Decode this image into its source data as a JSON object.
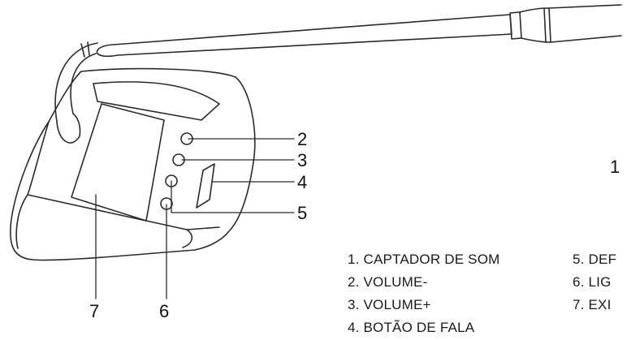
{
  "callouts": [
    "1",
    "2",
    "3",
    "4",
    "5",
    "6",
    "7"
  ],
  "legend": {
    "left": [
      "1. CAPTADOR DE SOM",
      "2. VOLUME-",
      "3. VOLUME+",
      "4. BOTÃO DE FALA"
    ],
    "right_visible": [
      "5. DEF",
      "6. LIG",
      "7. EXI"
    ]
  },
  "colors": {
    "line": "#2b2b2b",
    "text": "#111111",
    "background": "#ffffff"
  }
}
